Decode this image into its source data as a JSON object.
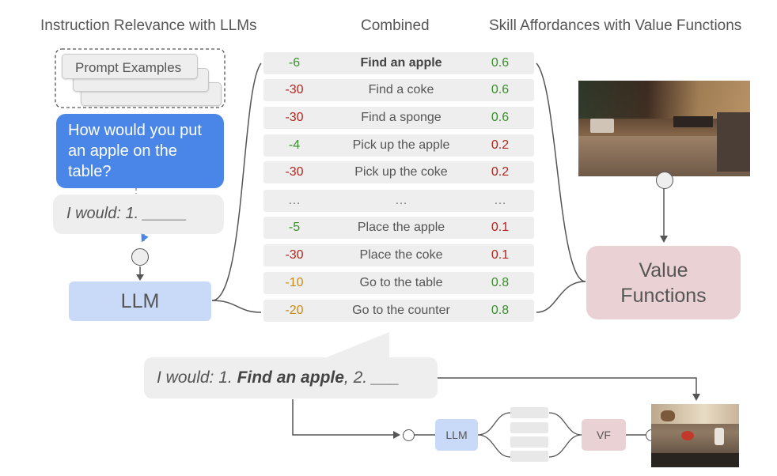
{
  "headers": {
    "left": "Instruction Relevance with LLMs",
    "middle": "Combined",
    "right": "Skill Affordances with Value Functions"
  },
  "prompt_examples_label": "Prompt Examples",
  "question_text": "How would you put an apple on the table?",
  "answer_prompt": "I would: 1. _____",
  "llm_label": "LLM",
  "value_functions_label": "Value Functions",
  "skills": [
    {
      "llm_score": "-6",
      "skill": "Find an apple",
      "value": "0.6",
      "bold": true
    },
    {
      "llm_score": "-30",
      "skill": "Find a coke",
      "value": "0.6"
    },
    {
      "llm_score": "-30",
      "skill": "Find a sponge",
      "value": "0.6"
    },
    {
      "llm_score": "-4",
      "skill": "Pick up the apple",
      "value": "0.2"
    },
    {
      "llm_score": "-30",
      "skill": "Pick up the coke",
      "value": "0.2"
    },
    {
      "llm_score": "…",
      "skill": "…",
      "value": "…"
    },
    {
      "llm_score": "-5",
      "skill": "Place the apple",
      "value": "0.1"
    },
    {
      "llm_score": "-30",
      "skill": "Place the coke",
      "value": "0.1"
    },
    {
      "llm_score": "-10",
      "skill": "Go to the table",
      "value": "0.8"
    },
    {
      "llm_score": "-20",
      "skill": "Go to the counter",
      "value": "0.8"
    }
  ],
  "result": {
    "prefix": "I would: 1. ",
    "chosen": "Find an apple",
    "suffix": ", 2. ___"
  },
  "mini_llm_label": "LLM",
  "mini_vf_label": "VF",
  "colors": {
    "good": "#3a8f2c",
    "bad": "#b3261e",
    "mid": "#c98a1a",
    "neutral": "#777777",
    "blue_bubble": "#4a86e8",
    "llm_box": "#c9daf8",
    "vf_box": "#ead1d4"
  }
}
